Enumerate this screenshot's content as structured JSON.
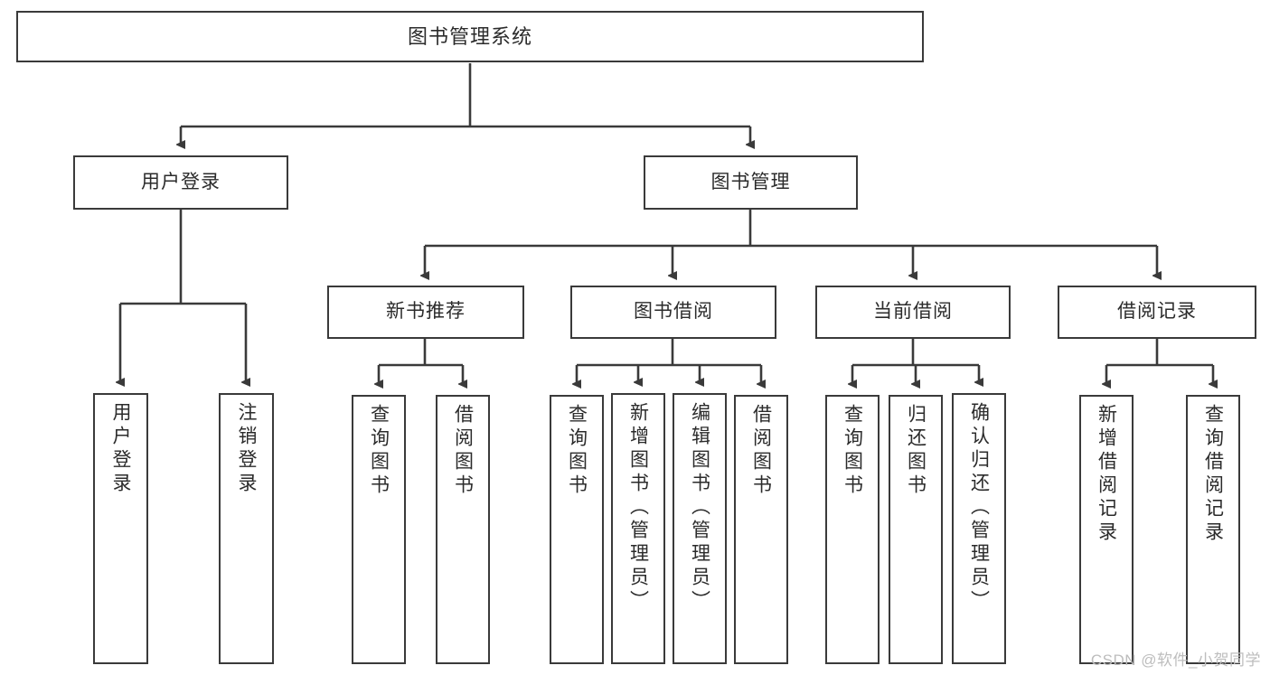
{
  "diagram": {
    "title": "图书管理系统",
    "watermark": "CSDN @软件_小贺同学",
    "colors": {
      "background": "#ffffff",
      "box_border": "#3a3a3a",
      "box_fill": "#ffffff",
      "connector": "#3a3a3a",
      "text": "#2b2b2b",
      "watermark": "#bdbdbd"
    },
    "nodes": {
      "root": {
        "label": "图书管理系统",
        "level": 1
      },
      "level2": [
        {
          "id": "user-login",
          "label": "用户登录"
        },
        {
          "id": "book-manage",
          "label": "图书管理"
        }
      ],
      "level3": [
        {
          "id": "new-book-recommend",
          "label": "新书推荐",
          "parent": "book-manage"
        },
        {
          "id": "book-borrow",
          "label": "图书借阅",
          "parent": "book-manage"
        },
        {
          "id": "current-borrow",
          "label": "当前借阅",
          "parent": "book-manage"
        },
        {
          "id": "borrow-record",
          "label": "借阅记录",
          "parent": "book-manage"
        }
      ],
      "leaves": {
        "user-login": [
          {
            "id": "leaf-user-login",
            "label": "用户登录"
          },
          {
            "id": "leaf-logout",
            "label": "注销登录"
          }
        ],
        "new-book-recommend": [
          {
            "id": "leaf-query-book-1",
            "label": "查询图书"
          },
          {
            "id": "leaf-borrow-book-1",
            "label": "借阅图书"
          }
        ],
        "book-borrow": [
          {
            "id": "leaf-query-book-2",
            "label": "查询图书"
          },
          {
            "id": "leaf-add-book",
            "label": "新增图书（管理员）"
          },
          {
            "id": "leaf-edit-book",
            "label": "编辑图书（管理员）"
          },
          {
            "id": "leaf-borrow-book-2",
            "label": "借阅图书"
          }
        ],
        "current-borrow": [
          {
            "id": "leaf-query-book-3",
            "label": "查询图书"
          },
          {
            "id": "leaf-return-book",
            "label": "归还图书"
          },
          {
            "id": "leaf-confirm-return",
            "label": "确认归还（管理员）"
          }
        ],
        "borrow-record": [
          {
            "id": "leaf-add-record",
            "label": "新增借阅记录"
          },
          {
            "id": "leaf-query-record",
            "label": "查询借阅记录"
          }
        ]
      }
    }
  }
}
